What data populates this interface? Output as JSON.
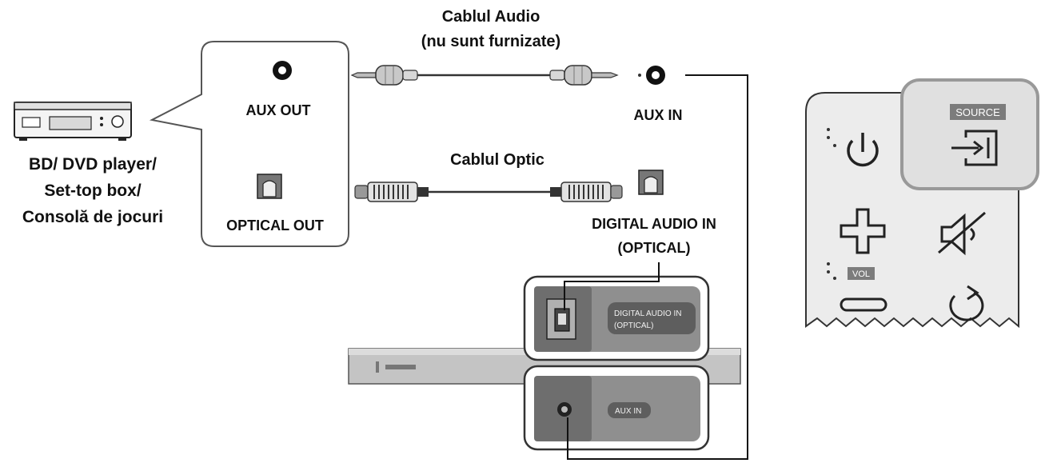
{
  "labels": {
    "cable_audio_line1": "Cablul Audio",
    "cable_audio_line2": "(nu sunt furnizate)",
    "cable_optic": "Cablul Optic",
    "aux_out": "AUX OUT",
    "optical_out": "OPTICAL OUT",
    "aux_in": "AUX IN",
    "digital_in_line1": "DIGITAL AUDIO IN",
    "digital_in_line2": "(OPTICAL)",
    "device_line1": "BD/ DVD player/",
    "device_line2": "Set-top box/",
    "device_line3": "Consolă de jocuri"
  },
  "soundbar_panel": {
    "digital_label_line1": "DIGITAL AUDIO IN",
    "digital_label_line2": "(OPTICAL)",
    "aux_label": "AUX IN"
  },
  "remote": {
    "source_label": "SOURCE",
    "vol_label": "VOL",
    "buttons": [
      "power-icon",
      "source-input-icon",
      "volume-up-icon",
      "mute-icon",
      "volume-down-icon",
      "repeat-icon"
    ]
  },
  "colors": {
    "line": "#111111",
    "panel_gray": "#8a8a8a",
    "panel_dark": "#555555",
    "remote_body": "#ececec",
    "remote_highlight": "#d7d7d7"
  }
}
